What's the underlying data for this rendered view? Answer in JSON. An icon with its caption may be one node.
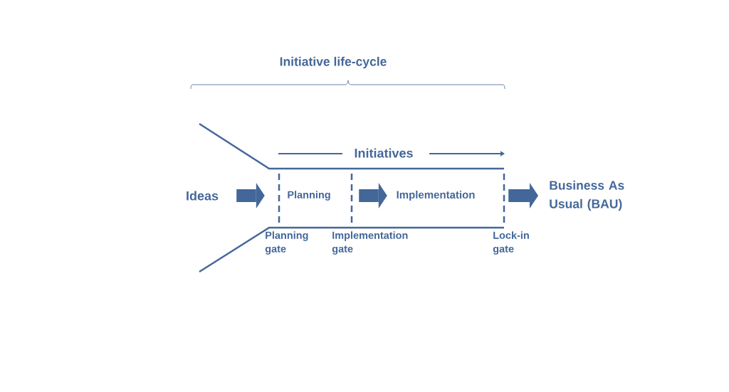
{
  "diagram": {
    "nodes": [
      {
        "text": [
          "Ideas"
        ]
      },
      {
        "text": [
          "Planning"
        ]
      },
      {
        "text": [
          "Implementation"
        ]
      },
      {
        "text": [
          "Business As Usual (BAU)"
        ]
      }
    ],
    "edges": [
      {
        "from": 0,
        "to": 1,
        "arrow": "to"
      },
      {
        "from": 1,
        "to": 2,
        "arrow": "to"
      },
      {
        "from": 2,
        "to": 3,
        "arrow": "to"
      }
    ],
    "labels": [
      "Initiative life-cycle",
      "Initiatives",
      "Planning gate",
      "Implementation gate",
      "Lock-in gate"
    ]
  }
}
